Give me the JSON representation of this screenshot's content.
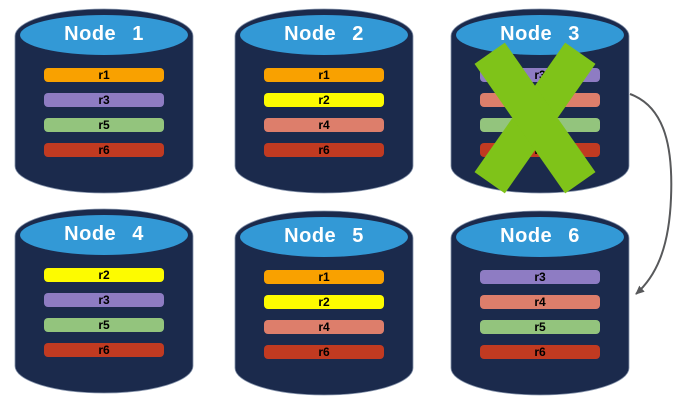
{
  "palette": {
    "cylinder_body": "#1B2A4C",
    "cylinder_top": "#3399D6",
    "title_text": "#FFFFFF",
    "bar_label_text": "#000000",
    "failure_x": "#7FC319",
    "arrow": "#58595B",
    "r1": "#F9A100",
    "r2": "#FDFB00",
    "r3": "#8E7CC3",
    "r4": "#DD7E6B",
    "r5": "#93C47D",
    "r6": "#C13A21"
  },
  "nodes": [
    {
      "label": "Node 1",
      "failed": false,
      "partitions": [
        {
          "label": "r1",
          "color": "#F9A100"
        },
        {
          "label": "r3",
          "color": "#8E7CC3"
        },
        {
          "label": "r5",
          "color": "#93C47D"
        },
        {
          "label": "r6",
          "color": "#C13A21"
        }
      ]
    },
    {
      "label": "Node 2",
      "failed": false,
      "partitions": [
        {
          "label": "r1",
          "color": "#F9A100"
        },
        {
          "label": "r2",
          "color": "#FDFB00"
        },
        {
          "label": "r4",
          "color": "#DD7E6B"
        },
        {
          "label": "r6",
          "color": "#C13A21"
        }
      ]
    },
    {
      "label": "Node 3",
      "failed": true,
      "partitions": [
        {
          "label": "r3",
          "color": "#8E7CC3"
        },
        {
          "label": "r4",
          "color": "#DD7E6B"
        },
        {
          "label": "r5",
          "color": "#93C47D"
        },
        {
          "label": "r6",
          "color": "#C13A21"
        }
      ]
    },
    {
      "label": "Node 4",
      "failed": false,
      "partitions": [
        {
          "label": "r2",
          "color": "#FDFB00"
        },
        {
          "label": "r3",
          "color": "#8E7CC3"
        },
        {
          "label": "r5",
          "color": "#93C47D"
        },
        {
          "label": "r6",
          "color": "#C13A21"
        }
      ]
    },
    {
      "label": "Node 5",
      "failed": false,
      "partitions": [
        {
          "label": "r1",
          "color": "#F9A100"
        },
        {
          "label": "r2",
          "color": "#FDFB00"
        },
        {
          "label": "r4",
          "color": "#DD7E6B"
        },
        {
          "label": "r6",
          "color": "#C13A21"
        }
      ]
    },
    {
      "label": "Node 6",
      "failed": false,
      "partitions": [
        {
          "label": "r3",
          "color": "#8E7CC3"
        },
        {
          "label": "r4",
          "color": "#DD7E6B"
        },
        {
          "label": "r5",
          "color": "#93C47D"
        },
        {
          "label": "r6",
          "color": "#C13A21"
        }
      ]
    }
  ],
  "arrow": {
    "from": "Node 3",
    "to": "Node 6"
  }
}
